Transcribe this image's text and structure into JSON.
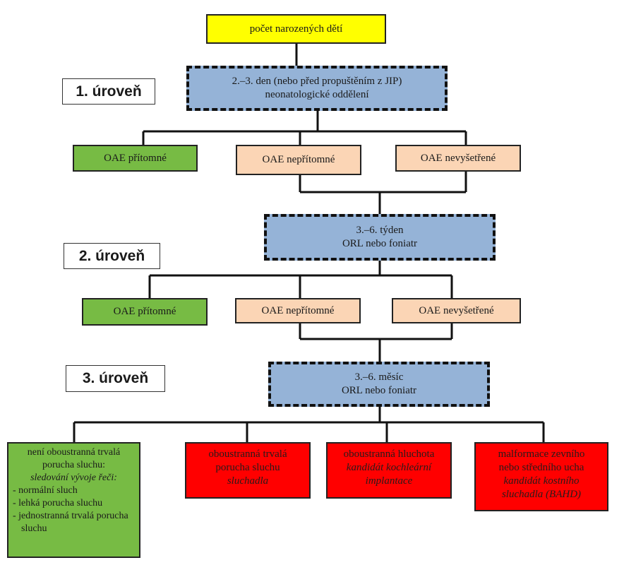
{
  "top": {
    "label": "počet narozených dětí"
  },
  "levels": [
    "1. úroveň",
    "2. úroveň",
    "3. úroveň"
  ],
  "level1": {
    "step_line1": "2.–3. den (nebo před propuštěním z JIP)",
    "step_line2": "neonatologické oddělení",
    "outcomes": [
      "OAE přítomné",
      "OAE nepřítomné",
      "OAE nevyšetřené"
    ]
  },
  "level2": {
    "step_line1": "3.–6. týden",
    "step_line2": "ORL nebo foniatr",
    "outcomes": [
      "OAE přítomné",
      "OAE nepřítomné",
      "OAE nevyšetřené"
    ]
  },
  "level3": {
    "step_line1": "3.–6. měsíc",
    "step_line2": "ORL nebo foniatr"
  },
  "results": {
    "monitoring": {
      "line1": "není oboustranná trvalá",
      "line2": "porucha sluchu:",
      "note": "sledování vývoje řeči:",
      "items": [
        "- normální sluch",
        "- lehká porucha sluchu",
        "- jednostranná trvalá porucha sluchu"
      ]
    },
    "hearing_aids": {
      "line1": "oboustranná trvalá",
      "line2": "porucha sluchu",
      "note": "sluchadla"
    },
    "cochlear": {
      "line1": "oboustranná hluchota",
      "note1": "kandidát kochleární",
      "note2": "implantace"
    },
    "bahd": {
      "line1": "malformace zevního",
      "line2": "nebo středního ucha",
      "note1": "kandidát kostního",
      "note2": "sluchadla (BAHD)"
    }
  },
  "colors": {
    "start": "#ffff00",
    "step": "#95b3d7",
    "present": "#77bb44",
    "absent": "#fbd5b5",
    "diagnosis": "#ff0000"
  }
}
